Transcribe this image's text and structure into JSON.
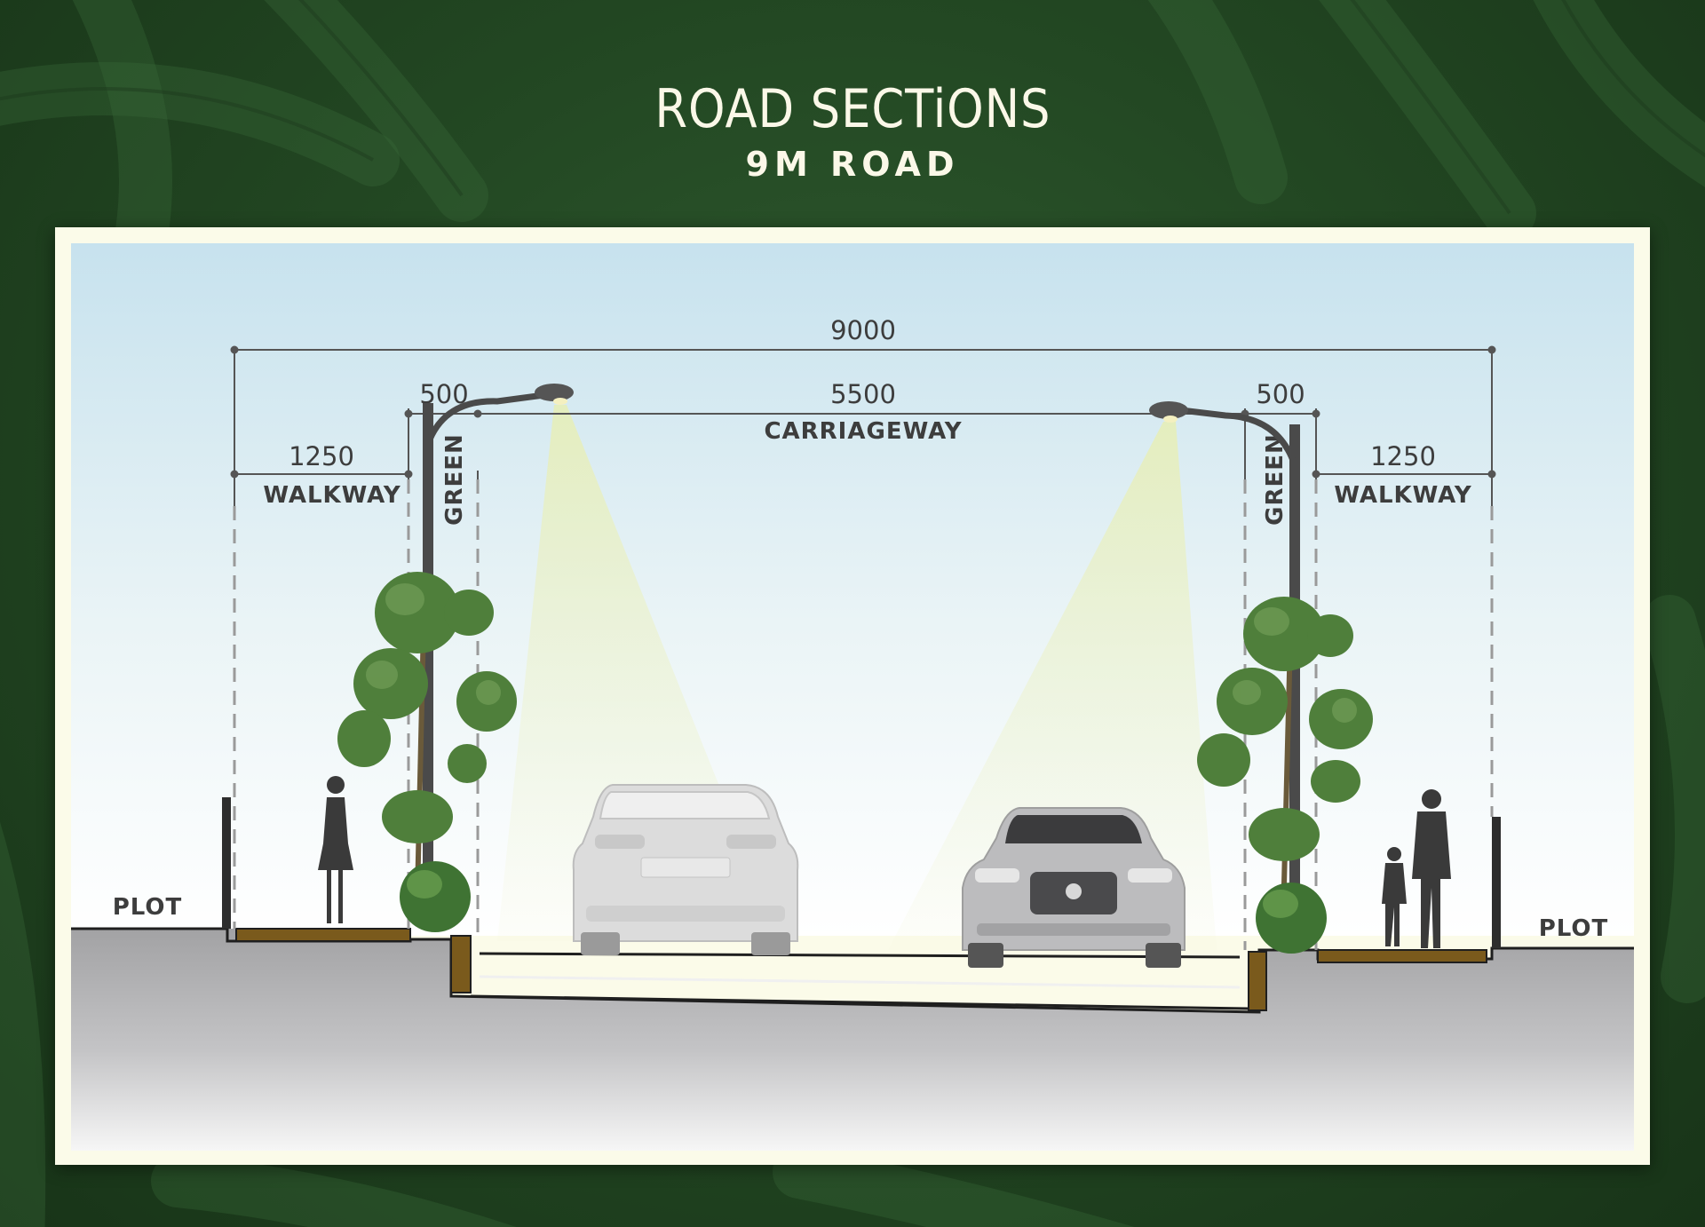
{
  "title": "ROAD SECTiONS",
  "subtitle": "9M ROAD",
  "dimensions": {
    "total": "9000",
    "green_left": "500",
    "carriageway": "5500",
    "green_right": "500",
    "walkway_left": "1250",
    "walkway_right": "1250"
  },
  "labels": {
    "carriageway": "CARRIAGEWAY",
    "walkway_left": "WALKWAY",
    "walkway_right": "WALKWAY",
    "green_left": "GREEN",
    "green_right": "GREEN",
    "plot_left": "PLOT",
    "plot_right": "PLOT"
  },
  "colors": {
    "background": "#234823",
    "frame": "#fbfbe9",
    "sky_top": "#c9e3ee",
    "road": "#a6a6a8",
    "curb": "#7a5a1c",
    "light_cone": "#e9efc2",
    "foliage": "#4f7f3b",
    "silhouette": "#3a3a3a"
  }
}
